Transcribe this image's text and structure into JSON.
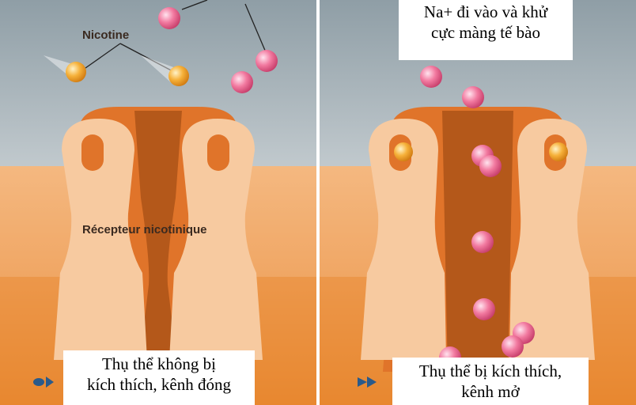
{
  "left_panel": {
    "ligand_label": "Nicotine",
    "receptor_label": "Récepteur nicotinique",
    "caption_line1": "Thụ thể không bị",
    "caption_line2": "kích thích, kênh đóng"
  },
  "right_panel": {
    "top_caption_line1": "Na+ đi vào và khử",
    "top_caption_line2": "cực màng tế bào",
    "caption_line1": "Thụ thể bị kích thích,",
    "caption_line2": "kênh mở"
  },
  "colors": {
    "extracellular": "#a9b5bb",
    "membrane_top": "#f3b37a",
    "membrane_bottom": "#e8872f",
    "receptor_outer": "#e0742a",
    "receptor_subunit": "#f7caa0",
    "channel": "#b4581a",
    "sodium_ion": "#f26f98",
    "nicotine": "#f2a028"
  }
}
